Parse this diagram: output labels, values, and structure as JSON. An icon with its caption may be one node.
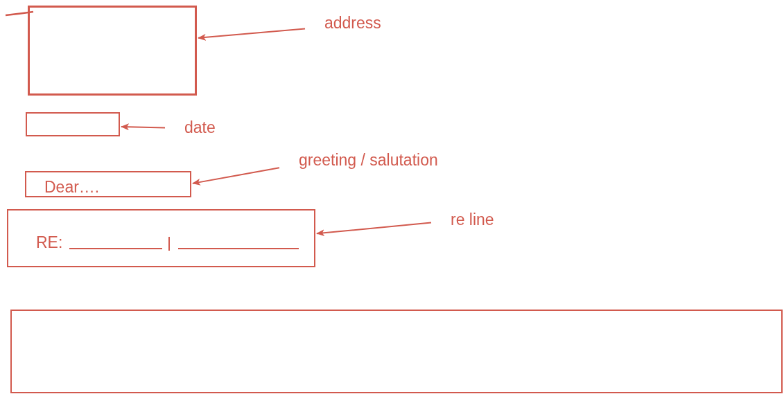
{
  "diagram": {
    "nodes": [
      {
        "text": [],
        "shape": "box"
      },
      {
        "text": [
          "address"
        ]
      },
      {
        "text": [],
        "shape": "box"
      },
      {
        "text": [
          "date"
        ]
      },
      {
        "text": [
          "Dear…."
        ]
      },
      {
        "text": [
          "greeting / salutation"
        ]
      },
      {
        "text": [
          "RE:"
        ]
      },
      {
        "text": [
          "re line"
        ]
      },
      {
        "text": [],
        "shape": "box"
      }
    ],
    "edges": [
      {
        "from": 1,
        "to": 0,
        "arrow": "to"
      },
      {
        "from": 3,
        "to": 2,
        "arrow": "to"
      },
      {
        "from": 5,
        "to": 4,
        "arrow": "to"
      },
      {
        "from": 7,
        "to": 6,
        "arrow": "to"
      }
    ]
  }
}
